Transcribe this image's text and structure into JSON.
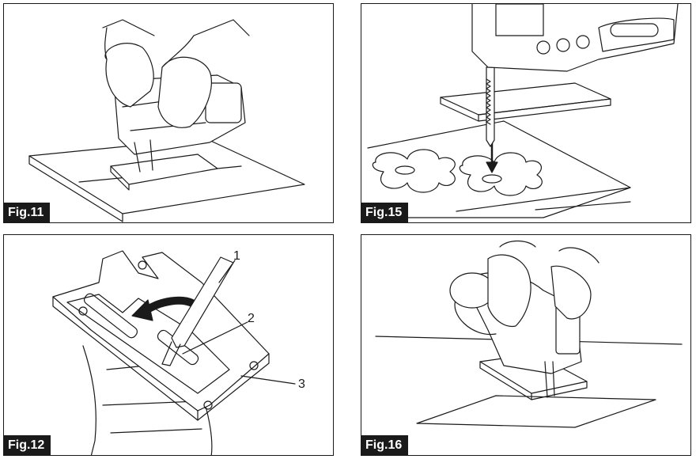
{
  "figures": {
    "fig11": {
      "label": "Fig.11"
    },
    "fig15": {
      "label": "Fig.15"
    },
    "fig12": {
      "label": "Fig.12",
      "callouts": [
        "1",
        "2",
        "3"
      ]
    },
    "fig16": {
      "label": "Fig.16"
    }
  }
}
